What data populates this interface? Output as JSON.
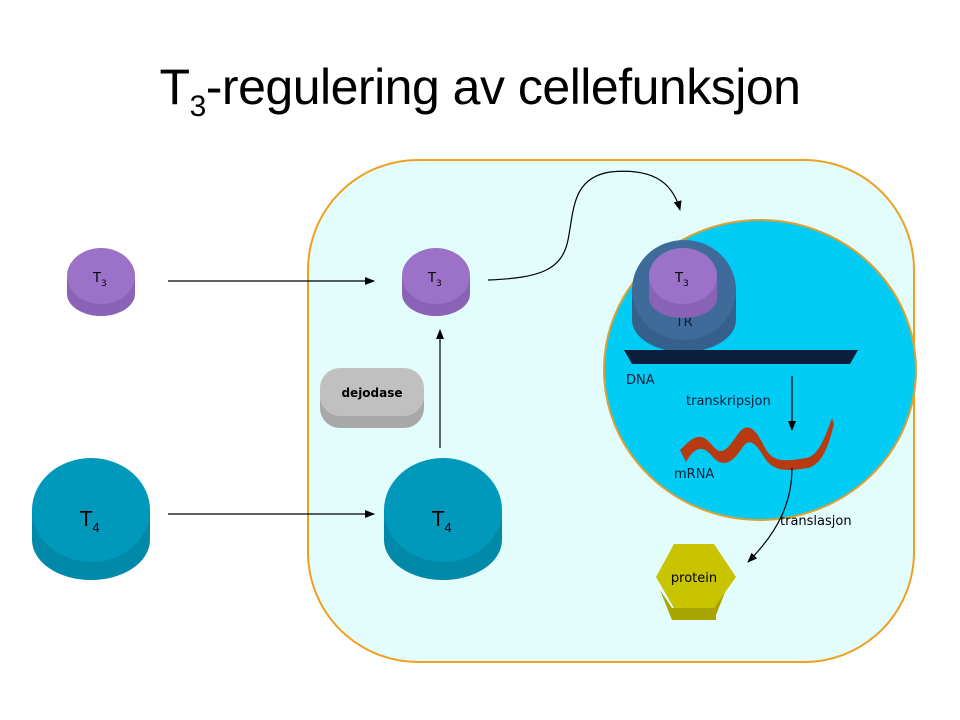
{
  "slide": {
    "title_prefix": "T",
    "title_sub": "3",
    "title_rest": "-regulering av cellefunksjon"
  },
  "molecules": {
    "t3_outside": {
      "main": "T",
      "sub": "3"
    },
    "t3_inside": {
      "main": "T",
      "sub": "3"
    },
    "t3_bound": {
      "main": "T",
      "sub": "3"
    },
    "t4_outside": {
      "main": "T",
      "sub": "4"
    },
    "t4_inside": {
      "main": "T",
      "sub": "4"
    },
    "receptor": "TR",
    "enzyme": "dejodase",
    "protein": "protein"
  },
  "nucleus": {
    "dna": "DNA",
    "transcription": "transkripsjon",
    "mrna": "mRNA"
  },
  "process": {
    "translation": "translasjon"
  },
  "colors": {
    "cell_fill": "#e3fdfd",
    "cell_border": "#f0a020",
    "nucleus_fill": "#00ccf5",
    "t3": "#9b72c8",
    "t4": "#0099bb",
    "receptor": "#3e6b9a",
    "dna": "#0a1f3c",
    "mrna": "#b83a10",
    "enzyme": "#c0c0c0",
    "protein": "#c8c400"
  }
}
